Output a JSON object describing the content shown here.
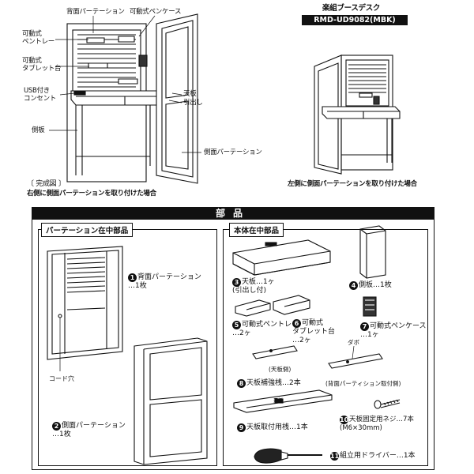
{
  "assembled_view": {
    "labels": {
      "back_partition": "背面パーテーション",
      "movable_pen_case": "可動式ペンケース",
      "movable_pen_tray": "可動式\nペントレー",
      "movable_tablet_stand": "可動式\nタブレット台",
      "usb_outlet": "USB付き\nコンセント",
      "side_board": "側板",
      "top_board": "天板",
      "drawer": "引出し",
      "side_partition": "側面パーテーション"
    },
    "caption_title": "〔 完成図 〕",
    "caption_right": "右側に側面パーテーションを取り付けた場合"
  },
  "product": {
    "name": "楽組ブースデスク",
    "model": "RMD-UD9082(MBK)",
    "caption_left": "左側に側面パーテーションを取り付けた場合"
  },
  "parts": {
    "band_title": "部品",
    "partition_section": {
      "heading": "パーテーション在中部品",
      "items": [
        {
          "num": "1",
          "label": "背面パーテーション\n…1枚"
        },
        {
          "num": "2",
          "label": "側面パーテーション\n…1枚"
        }
      ],
      "cord_hole": "コード穴"
    },
    "body_section": {
      "heading": "本体在中部品",
      "items": [
        {
          "num": "3",
          "label": "天板…1ヶ\n(引出し付)"
        },
        {
          "num": "4",
          "label": "側板…1枚"
        },
        {
          "num": "5",
          "label": "可動式ペントレー\n…2ヶ"
        },
        {
          "num": "6",
          "label": "可動式\nタブレット台\n…2ヶ"
        },
        {
          "num": "7",
          "label": "可動式ペンケース\n…1ヶ"
        },
        {
          "num": "8",
          "label": "天板補強桟…2本"
        },
        {
          "num": "9",
          "label": "天板取付用桟…1本"
        },
        {
          "num": "10",
          "label": "天板固定用ネジ…7本\n(M6×30mm)"
        },
        {
          "num": "11",
          "label": "組立用ドライバー…1本"
        }
      ],
      "notes": {
        "top_side": "(天板側)",
        "dowel": "ダボ",
        "rear_partition_side": "(背面パーティション取付側)",
        "top_mark": "天板"
      }
    }
  }
}
